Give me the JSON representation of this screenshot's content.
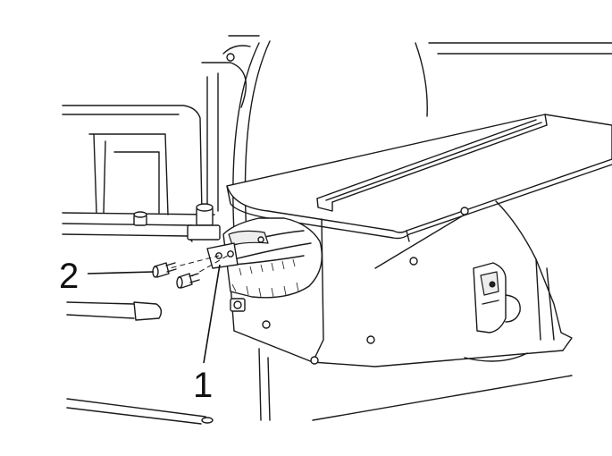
{
  "callouts": [
    {
      "label": "2",
      "part": "screws"
    },
    {
      "label": "1",
      "part": "bracket"
    }
  ],
  "colors": {
    "line": "#1a1a1a",
    "background": "#ffffff"
  }
}
